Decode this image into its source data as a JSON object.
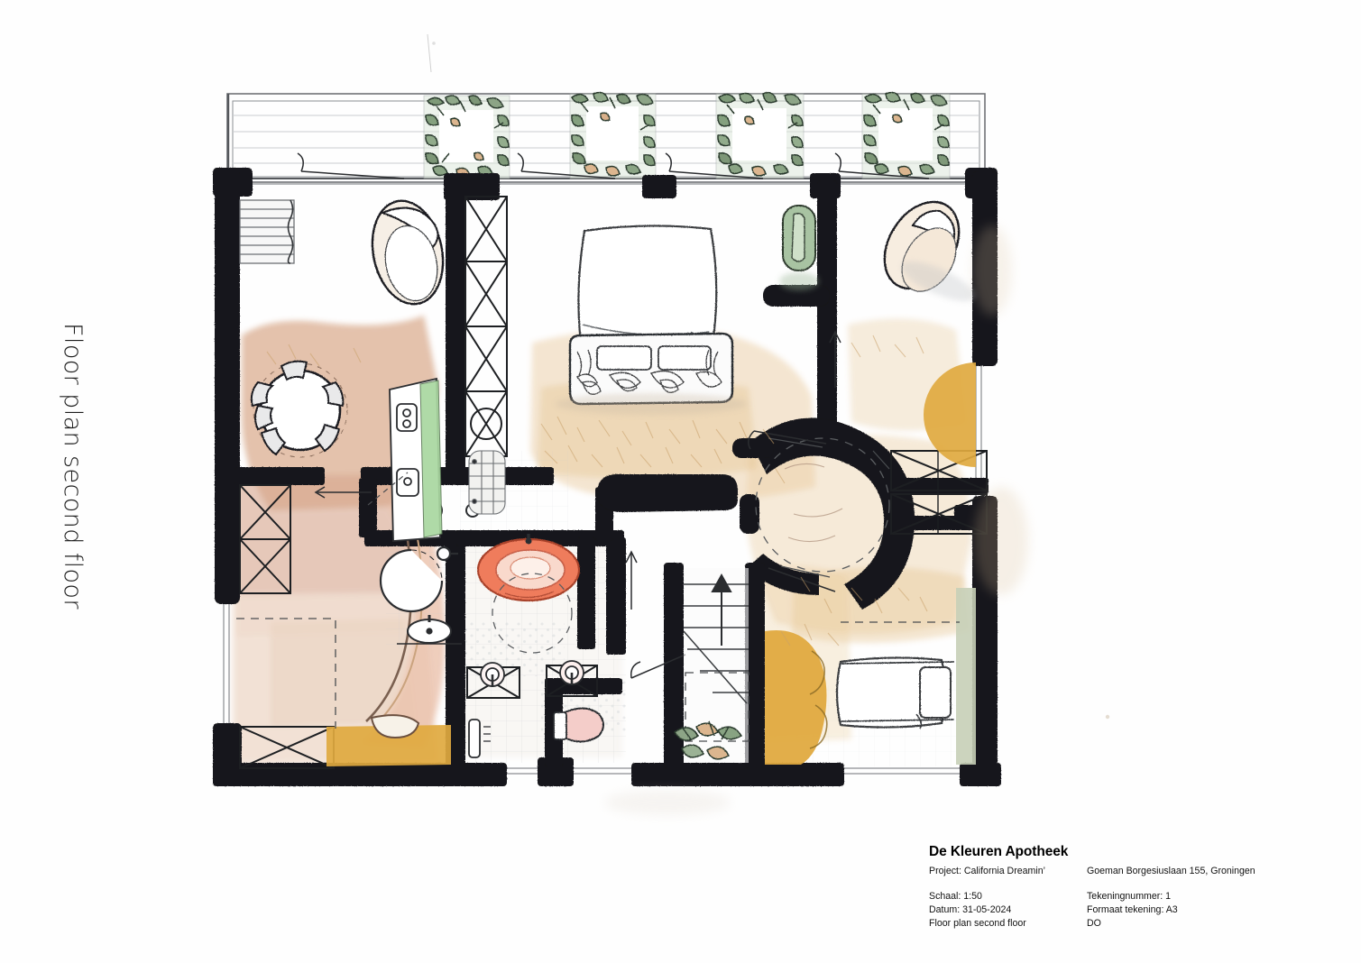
{
  "document": {
    "side_caption": "Floor plan second floor",
    "page_background": "#ffffff"
  },
  "titleblock": {
    "studio": "De Kleuren Apotheek",
    "project_label": "Project: California Dreamin’",
    "address": "Goeman Borgesiuslaan 155, Groningen",
    "scale": "Schaal: 1:50",
    "drawing_number": "Tekeningnummer: 1",
    "date": "Datum: 31-05-2024",
    "sheet_format": "Formaat tekening: A3",
    "drawing_title": "Floor plan second floor",
    "phase": "DO"
  },
  "drawing": {
    "type": "architectural-floor-plan",
    "technique": "hand-drawn ink and watercolour",
    "orientation": "landscape",
    "colors": {
      "wall_black": "#17181a",
      "line_grey": "#6f7276",
      "floor_terracotta": "#d8a98c",
      "floor_blush": "#ecd3c2",
      "floor_ochre": "#e0a93f",
      "floor_tan_wash": "#e8cfa8",
      "accent_coral": "#ef7b5c",
      "accent_sage": "#9db89a",
      "accent_green_counter": "#a9d7a0",
      "accent_pink": "#f0c3c0",
      "paper": "#fdfcfa"
    },
    "rooms": [
      {
        "name": "balcony-terrace",
        "position": "top",
        "features": [
          "four square planter boxes",
          "deck decking lines",
          "railing"
        ]
      },
      {
        "name": "living-dining-room",
        "position": "left",
        "features": [
          "round dining table with chairs",
          "oval lounge chair",
          "radiator",
          "terracotta floor"
        ]
      },
      {
        "name": "master-bedroom",
        "position": "top-centre",
        "features": [
          "double bed",
          "two pillows",
          "patterned footboard rug",
          "tan floor wash"
        ]
      },
      {
        "name": "bedroom-right",
        "position": "top-right",
        "features": [
          "oval lounge chair",
          "ochre round rug"
        ]
      },
      {
        "name": "central-bathroom",
        "position": "centre",
        "features": [
          "coral oval bathtub",
          "twin washbasins",
          "toilet",
          "tiled floor"
        ]
      },
      {
        "name": "circular-landing",
        "position": "centre-right",
        "features": [
          "curved black wall",
          "cross-hatched wardrobes"
        ]
      },
      {
        "name": "stair-hall",
        "position": "bottom-centre",
        "features": [
          "straight flight staircase",
          "up arrow",
          "planting bed",
          "ochre curtain"
        ]
      },
      {
        "name": "bedroom-lower-right",
        "position": "bottom-right",
        "features": [
          "single bed with pillow",
          "sage green wall band"
        ]
      },
      {
        "name": "dressing-room",
        "position": "bottom-left",
        "features": [
          "blush floor",
          "ochre carpet",
          "cross-hatched wardrobes",
          "curved partition"
        ]
      }
    ],
    "planters": 4,
    "annotations": {
      "stair_direction": "up-arrow",
      "door_swings": "quarter-circle arcs"
    }
  }
}
